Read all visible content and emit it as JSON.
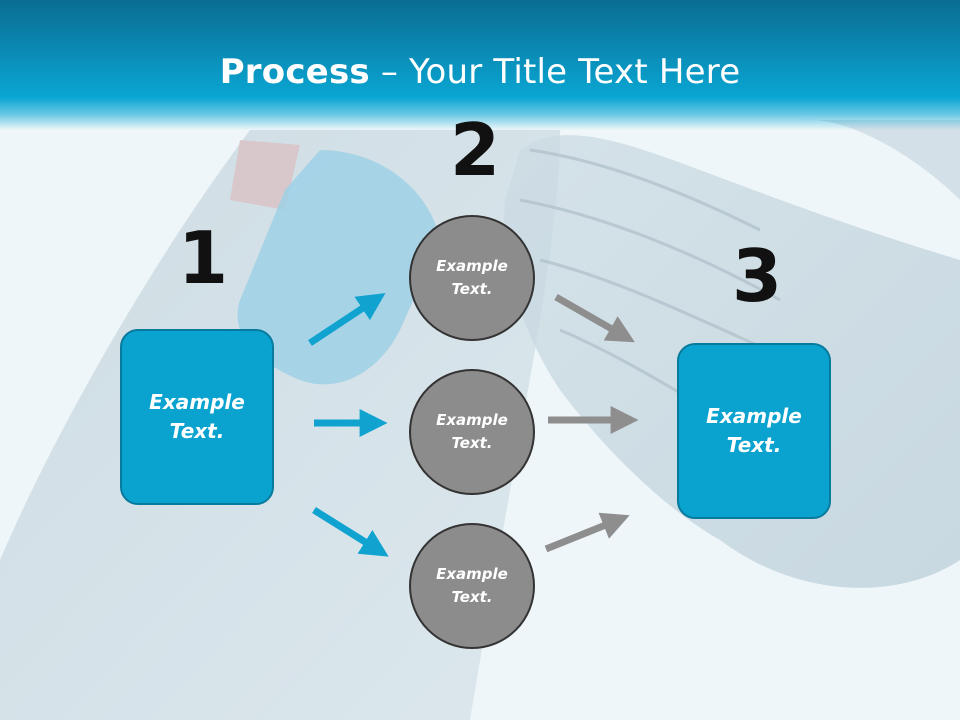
{
  "title": {
    "bold": "Process",
    "rest": " – Your Title Text Here"
  },
  "steps": {
    "one": "1",
    "two": "2",
    "three": "3"
  },
  "box_start": {
    "text": "Example\nText."
  },
  "box_end": {
    "text": "Example\nText."
  },
  "circles": [
    {
      "text": "Example\nText."
    },
    {
      "text": "Example\nText."
    },
    {
      "text": "Example\nText."
    }
  ],
  "colors": {
    "accent": "#0aa3cf",
    "header": "#0a87b1",
    "circle": "#8c8c8c",
    "arrow_blue": "#10a3d0",
    "arrow_gray": "#8e8e8e"
  }
}
